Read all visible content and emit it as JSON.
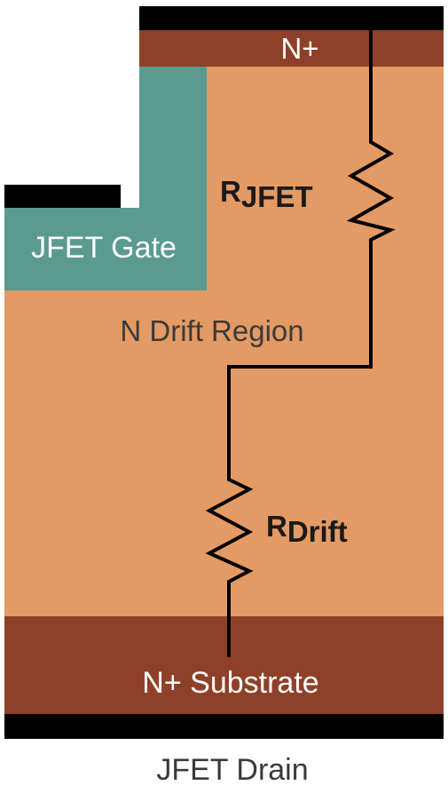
{
  "labels": {
    "top_contact": "N+",
    "gate": "JFET Gate",
    "drift_region": "N Drift Region",
    "r_jfet_main": "R",
    "r_jfet_sub": "JFET",
    "r_drift_main": "R",
    "r_drift_sub": "Drift",
    "substrate": "N+ Substrate",
    "drain": "JFET Drain"
  },
  "colors": {
    "metal": "#000000",
    "n_plus": "#8e4128",
    "drift": "#e39a64",
    "gate": "#5a9a8f",
    "wire": "#000000"
  }
}
